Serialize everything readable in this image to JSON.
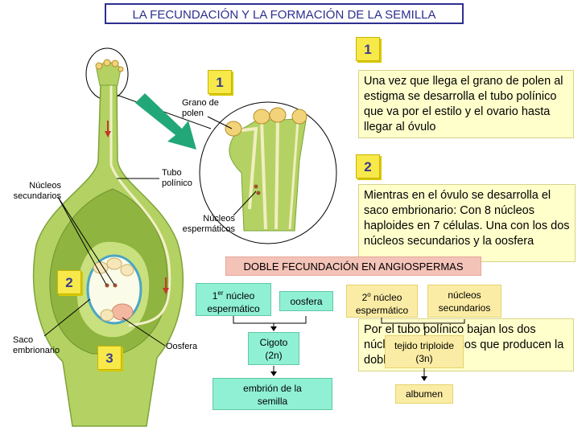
{
  "title": "LA FECUNDACIÓN Y LA FORMACIÓN DE LA SEMILLA",
  "steps": {
    "n1": "1",
    "n2": "2",
    "n3": "3"
  },
  "step1_text": "Una vez que llega el grano de polen al estigma se desarrolla el tubo polínico que va por el estilo y el ovario hasta llegar al óvulo",
  "step2_text": "Mientras en el óvulo se desarrolla el saco embrionario: Con 8 núcleos haploides en 7 células. Una con los dos núcleos secundarios y la oosfera",
  "step3_text": "Por el tubo polínico bajan los dos núcleos espermáticos que producen la doble fecundación",
  "labels": {
    "grano_polen": "Grano de polen",
    "tubo_polinico": "Tubo polínico",
    "nucleos_espermaticos": "Núcleos espermáticos",
    "nucleos_secundarios": "Núcleos secundarios",
    "saco_embrionario": "Saco embrionario",
    "oosfera": "Oosfera"
  },
  "doble_fecundacion": {
    "title": "DOBLE FECUNDACIÓN EN ANGIOSPERMAS",
    "primer_nucleo_sup": "1",
    "primer_nucleo_er": "er",
    "primer_nucleo_rest": " núcleo espermático",
    "oosfera": "oosfera",
    "cigoto": "Cigoto",
    "cigoto_ploidy": "(2n)",
    "embrion": "embrión de la semilla",
    "segundo_nucleo_num": "2",
    "segundo_nucleo_sup": "o",
    "segundo_nucleo_rest": " núcleo espermático",
    "nucleos_secundarios": "núcleos secundarios",
    "tejido": "tejido triploide",
    "tejido_ploidy": "(3n)",
    "albumen": "albumen"
  },
  "colors": {
    "plant_green": "#b3d263",
    "plant_dark": "#7ea339",
    "title_blue": "#2e2f8f",
    "arrow_green": "#22a878",
    "tag_yellow": "#f7e94a"
  }
}
